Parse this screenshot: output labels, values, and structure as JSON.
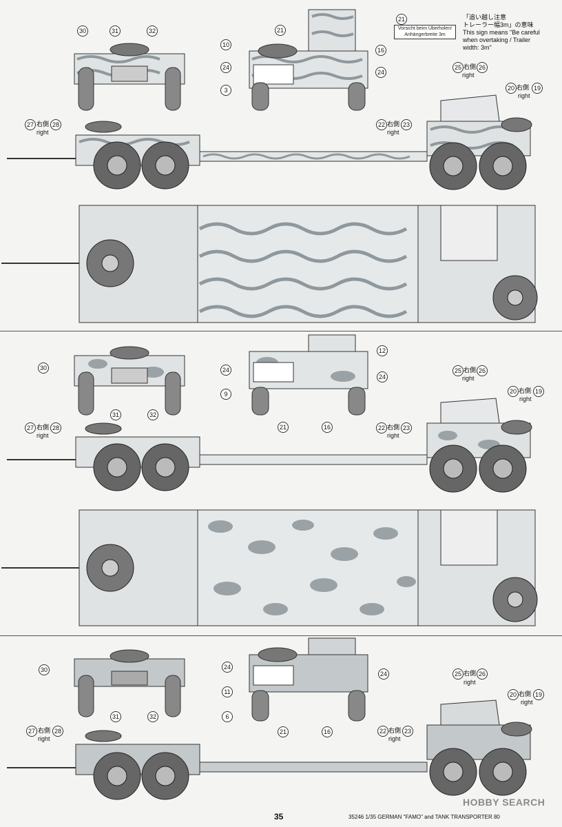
{
  "sign": {
    "line1": "Vorsicht beim Überholen!",
    "line2": "Anhängerbreite 3m"
  },
  "note": {
    "line1": "「追い越し注意",
    "line2": "トレーラー幅3m」の意味",
    "line3": "This sign means \"Be careful",
    "line4": "when overtaking / Trailer",
    "line5": "width: 3m\""
  },
  "right_jp": "右側",
  "right_en": "right",
  "callouts": {
    "n3": "3",
    "n6": "6",
    "n9": "9",
    "n10": "10",
    "n11": "11",
    "n12": "12",
    "n16": "16",
    "n19": "19",
    "n20": "20",
    "n21": "21",
    "n22": "22",
    "n23": "23",
    "n24": "24",
    "n25": "25",
    "n26": "26",
    "n27": "27",
    "n28": "28",
    "n30": "30",
    "n31": "31",
    "n32": "32"
  },
  "footer": {
    "page_number": "35",
    "caption": "35246 1/35 GERMAN \"FAMO\" and TANK TRANSPORTER 80"
  },
  "watermark": "HOBBY SEARCH",
  "colors": {
    "paper": "#f4f4f2",
    "line": "#333333",
    "camo_grey": "#a8b0b4",
    "camo_light": "#e6e9ea"
  }
}
